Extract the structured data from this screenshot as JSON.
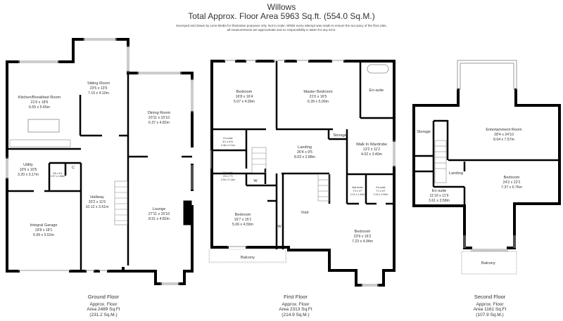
{
  "header": {
    "title": "Willows",
    "total_area": "Total Approx. Floor Area 5963 Sq.ft. (554.0 Sq.M.)",
    "disclaimer_line1": "Surveyed and drawn by Lens Media for illustrative purposes only. Not to scale. Whilst every attempt was made to ensure the accuracy of the floor plan,",
    "disclaimer_line2": "all measurements are approximate and no responsibility is taken for any error."
  },
  "floors": [
    {
      "name": "Ground Floor",
      "area_label": "Approx. Floor",
      "area_sqft": "Area 2489 Sq.Ft",
      "area_sqm": "(231.2 Sq.M.)",
      "rooms": [
        {
          "name": "Kitchen/Breakfast Room",
          "imperial": "21'6 x 18'6",
          "metric": "6.55 x 5.65m"
        },
        {
          "name": "Sitting Room",
          "imperial": "23'5 x 13'5",
          "metric": "7.15 x 4.10m"
        },
        {
          "name": "Dining Room",
          "imperial": "20'11 x 15'10",
          "metric": "6.37 x 4.82m"
        },
        {
          "name": "Utility",
          "imperial": "10'6 x 10'5",
          "metric": "3.20 x 3.17m"
        },
        {
          "name": "WC",
          "imperial": "6'6 x 6'1",
          "metric": "2.07 x 1.85m"
        },
        {
          "name": "C",
          "imperial": "",
          "metric": ""
        },
        {
          "name": "Hallway",
          "imperial": "33'2 x 11'6",
          "metric": "10.12 x 3.51m"
        },
        {
          "name": "Lounge",
          "imperial": "27'11 x 15'10",
          "metric": "8.51 x 4.82m"
        },
        {
          "name": "Integral  Garage",
          "imperial": "19'8 x 18'1",
          "metric": "5.99 x 5.52m"
        }
      ]
    },
    {
      "name": "First Floor",
      "area_label": "Approx. Floor",
      "area_sqft": "Area 2313 Sq.Ft",
      "area_sqm": "(214.9 Sq.M.)",
      "rooms": [
        {
          "name": "Bedroom",
          "imperial": "16'8 x 16'4",
          "metric": "5.07 x 4.99m"
        },
        {
          "name": "Master Bedroom",
          "imperial": "21'0 x 16'5",
          "metric": "6.39 x 5.00m"
        },
        {
          "name": "En-suite",
          "imperial": "",
          "metric": ""
        },
        {
          "name": "En-suite",
          "imperial": "8'1 x 6'11",
          "metric": "2.46 x 2.11m"
        },
        {
          "name": "Storage",
          "imperial": "",
          "metric": ""
        },
        {
          "name": "Landing",
          "imperial": "26'4 x 9'5",
          "metric": "8.03 x 2.88m"
        },
        {
          "name": "Walk In Wardrobe",
          "imperial": "13'2 x 11'2",
          "metric": "4.02 x 3.40m"
        },
        {
          "name": "En-suite",
          "imperial": "8'4 x 7'0",
          "metric": "2.54 x 2.14m"
        },
        {
          "name": "W",
          "imperial": "",
          "metric": ""
        },
        {
          "name": "Wardrobe",
          "imperial": "7'0 x 4'7",
          "metric": "2.13 x 1.40m"
        },
        {
          "name": "En-suite",
          "imperial": "7'1 x 6'7",
          "metric": "2.16 x 2.00m"
        },
        {
          "name": "Bedroom",
          "imperial": "16'7 x 15'1",
          "metric": "5.06 x 4.59m"
        },
        {
          "name": "W",
          "imperial": "",
          "metric": ""
        },
        {
          "name": "Void",
          "imperial": "",
          "metric": ""
        },
        {
          "name": "Bedroom",
          "imperial": "23'9 x 16'2",
          "metric": "7.23 x 4.94m"
        },
        {
          "name": "Balcony",
          "imperial": "",
          "metric": ""
        }
      ]
    },
    {
      "name": "Second Floor",
      "area_label": "Approx. Floor",
      "area_sqft": "Area 1161 Sq.Ft",
      "area_sqm": "(107.9 Sq.M.)",
      "rooms": [
        {
          "name": "Storage",
          "imperial": "",
          "metric": ""
        },
        {
          "name": "Entertainment Room",
          "imperial": "28'4 x 24'10",
          "metric": "8.64 x 7.57m"
        },
        {
          "name": "Landing",
          "imperial": "",
          "metric": ""
        },
        {
          "name": "Bedroom",
          "imperial": "24'2 x 22'2",
          "metric": "7.37 x 6.76m"
        },
        {
          "name": "En-suite",
          "imperial": "11'10 x 11'9",
          "metric": "3.61 x 3.58m"
        },
        {
          "name": "Balcony",
          "imperial": "",
          "metric": ""
        }
      ]
    }
  ],
  "colors": {
    "wall": "#000000",
    "text": "#333333",
    "window": "#9a9a9a",
    "background": "#ffffff"
  }
}
